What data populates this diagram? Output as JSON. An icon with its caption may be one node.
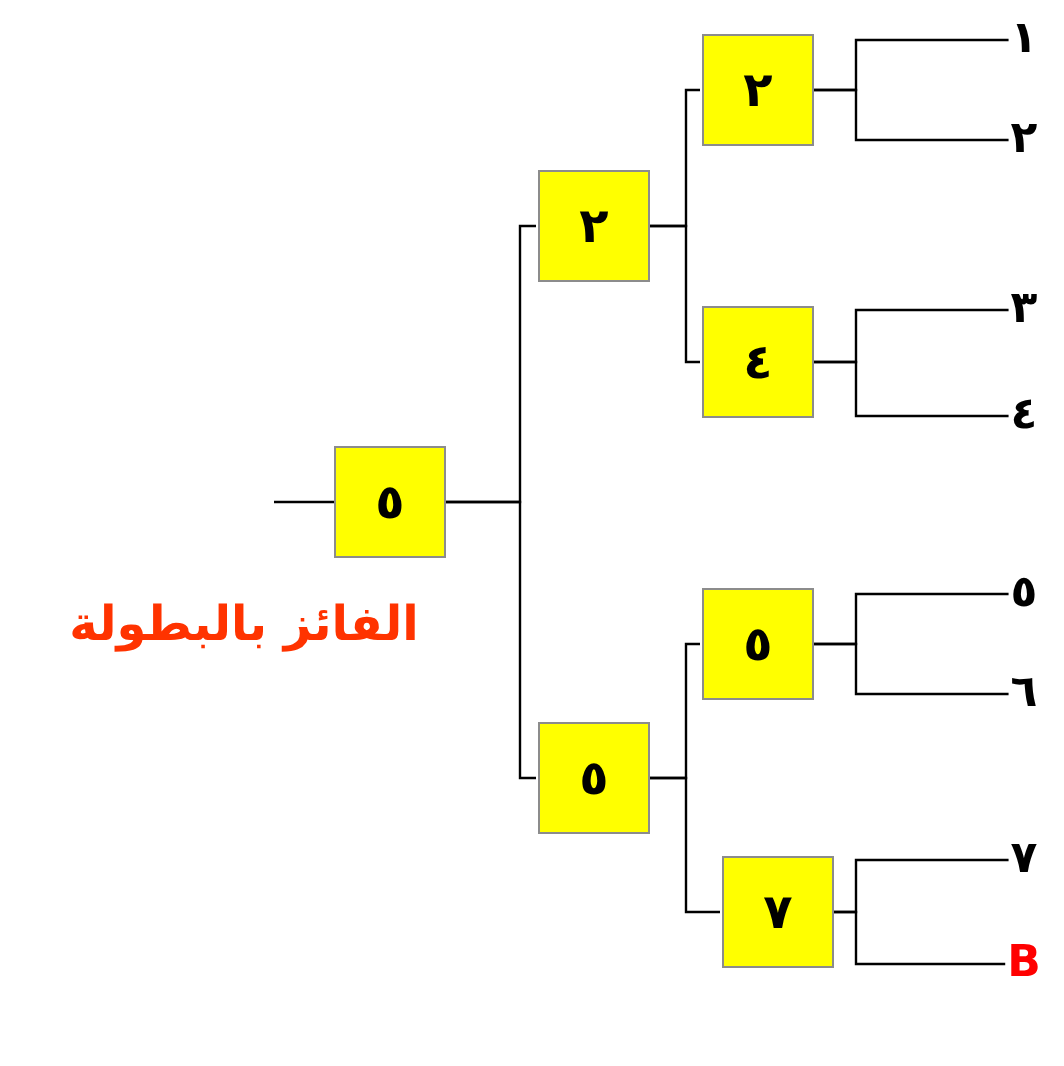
{
  "diagram": {
    "nodes": [
      {
        "text": [
          "٥"
        ]
      },
      {
        "text": [
          "٢"
        ]
      },
      {
        "text": [
          "٥"
        ]
      },
      {
        "text": [
          "٢"
        ]
      },
      {
        "text": [
          "٤"
        ]
      },
      {
        "text": [
          "٥"
        ]
      },
      {
        "text": [
          "٧"
        ]
      },
      {
        "text": [
          "١"
        ]
      },
      {
        "text": [
          "٢"
        ]
      },
      {
        "text": [
          "٣"
        ]
      },
      {
        "text": [
          "٤"
        ]
      },
      {
        "text": [
          "٥"
        ]
      },
      {
        "text": [
          "٦"
        ]
      },
      {
        "text": [
          "٧"
        ]
      },
      {
        "text": [
          "B"
        ]
      }
    ],
    "edges": [
      {
        "from": 7,
        "to": 3,
        "arrow": "none"
      },
      {
        "from": 8,
        "to": 3,
        "arrow": "none"
      },
      {
        "from": 9,
        "to": 4,
        "arrow": "none"
      },
      {
        "from": 10,
        "to": 4,
        "arrow": "none"
      },
      {
        "from": 11,
        "to": 5,
        "arrow": "none"
      },
      {
        "from": 12,
        "to": 5,
        "arrow": "none"
      },
      {
        "from": 13,
        "to": 6,
        "arrow": "none"
      },
      {
        "from": 14,
        "to": 6,
        "arrow": "none"
      },
      {
        "from": 3,
        "to": 1,
        "arrow": "none"
      },
      {
        "from": 4,
        "to": 1,
        "arrow": "none"
      },
      {
        "from": 5,
        "to": 2,
        "arrow": "none"
      },
      {
        "from": 6,
        "to": 2,
        "arrow": "none"
      },
      {
        "from": 1,
        "to": 0,
        "arrow": "none"
      },
      {
        "from": 2,
        "to": 0,
        "arrow": "none"
      },
      {
        "from": null,
        "to": 0,
        "arrow": "none"
      }
    ],
    "labels": [
      "الفائز بالبطولة"
    ]
  }
}
